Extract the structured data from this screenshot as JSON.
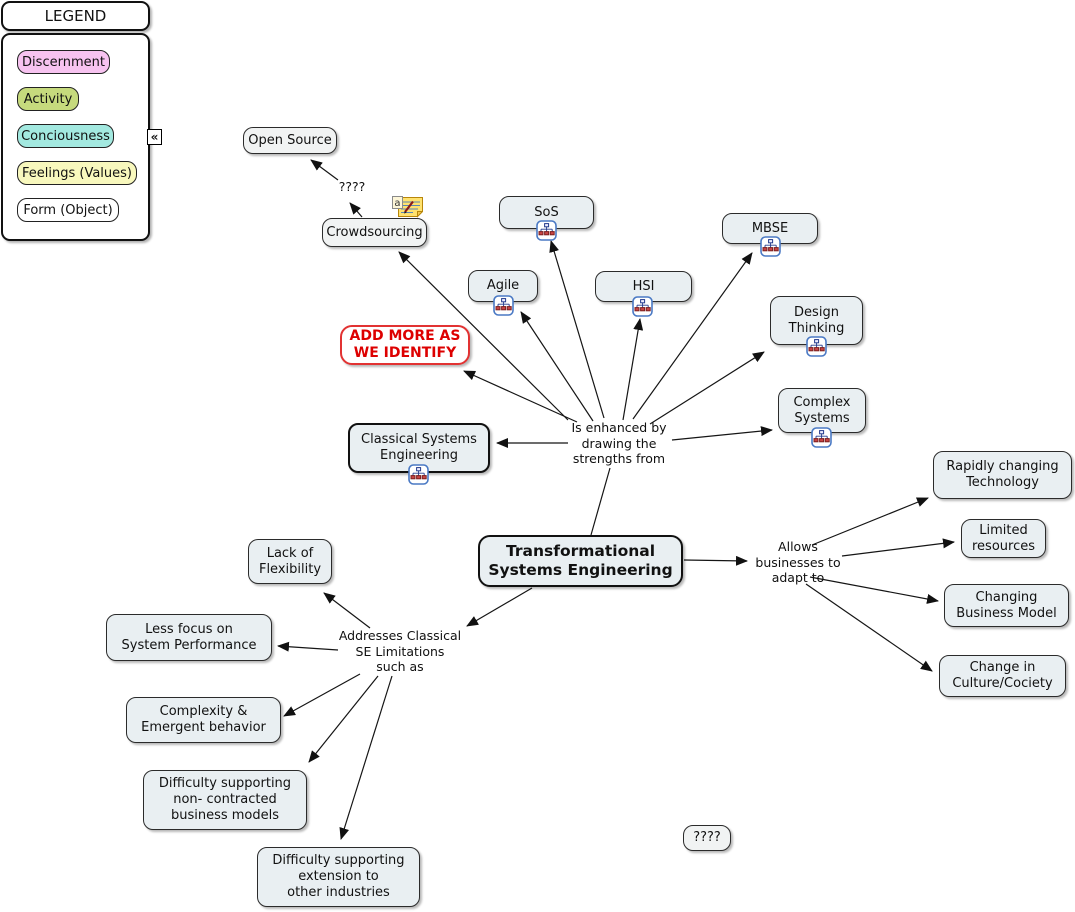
{
  "legend": {
    "title": "LEGEND",
    "collapse_glyph": "«",
    "items": [
      {
        "label": "Discernment",
        "color": "#f7c3f0"
      },
      {
        "label": "Activity",
        "color": "#c6da7d"
      },
      {
        "label": "Conciousness",
        "color": "#a3e9e0"
      },
      {
        "label": "Feelings (Values)",
        "color": "#f8f8bd"
      },
      {
        "label": "Form (Object)",
        "color": "#ffffff"
      }
    ]
  },
  "nodes": {
    "open_source": {
      "label": "Open Source"
    },
    "crowdsourcing": {
      "label": "Crowdsourcing",
      "has_annotation": true
    },
    "sos": {
      "label": "SoS",
      "has_childmap": true
    },
    "agile": {
      "label": "Agile",
      "has_childmap": true
    },
    "hsi": {
      "label": "HSI",
      "has_childmap": true
    },
    "mbse": {
      "label": "MBSE",
      "has_childmap": true
    },
    "design_thinking": {
      "label": "Design\nThinking",
      "has_childmap": true
    },
    "complex_systems": {
      "label": "Complex\nSystems",
      "has_childmap": true
    },
    "add_more": {
      "label": "ADD MORE AS\nWE IDENTIFY",
      "text_color": "#dd0000"
    },
    "classical_se": {
      "label": "Classical Systems\nEngineering",
      "has_childmap": true
    },
    "tse": {
      "label": "Transformational\nSystems Engineering"
    },
    "lack_flexibility": {
      "label": "Lack of\nFlexibility"
    },
    "less_focus": {
      "label": "Less focus on\nSystem Performance"
    },
    "complexity": {
      "label": "Complexity &\nEmergent behavior"
    },
    "difficulty_non_contracted": {
      "label": "Difficulty supporting\nnon- contracted\nbusiness models"
    },
    "difficulty_extension": {
      "label": "Difficulty supporting\nextension to\nother industries"
    },
    "rapidly_changing": {
      "label": "Rapidly changing\nTechnology"
    },
    "limited_resources": {
      "label": "Limited\nresources"
    },
    "changing_business": {
      "label": "Changing\nBusiness Model"
    },
    "change_culture": {
      "label": "Change in\nCulture/Cociety"
    },
    "unknown_bottom": {
      "label": "????"
    }
  },
  "linking_phrases": {
    "q_top": {
      "label": "????"
    },
    "enhanced": {
      "label": "Is enhanced by\ndrawing the\nstrengths from"
    },
    "allows": {
      "label": "Allows\nbusinesses to\nadapt to"
    },
    "addresses": {
      "label": "Addresses Classical\nSE Limitations\nsuch as"
    }
  },
  "icons": {
    "child_map_icon": "mini-hierarchy",
    "annotation_icon": "sticky-note-with-pen",
    "annotation_letter": "a"
  },
  "colors": {
    "node_fill": "#e9eff2",
    "node_fill_plain": "#f1f3f3",
    "node_border": "#2b2b2b",
    "alert_red": "#dd0000",
    "line_color": "#151515"
  }
}
